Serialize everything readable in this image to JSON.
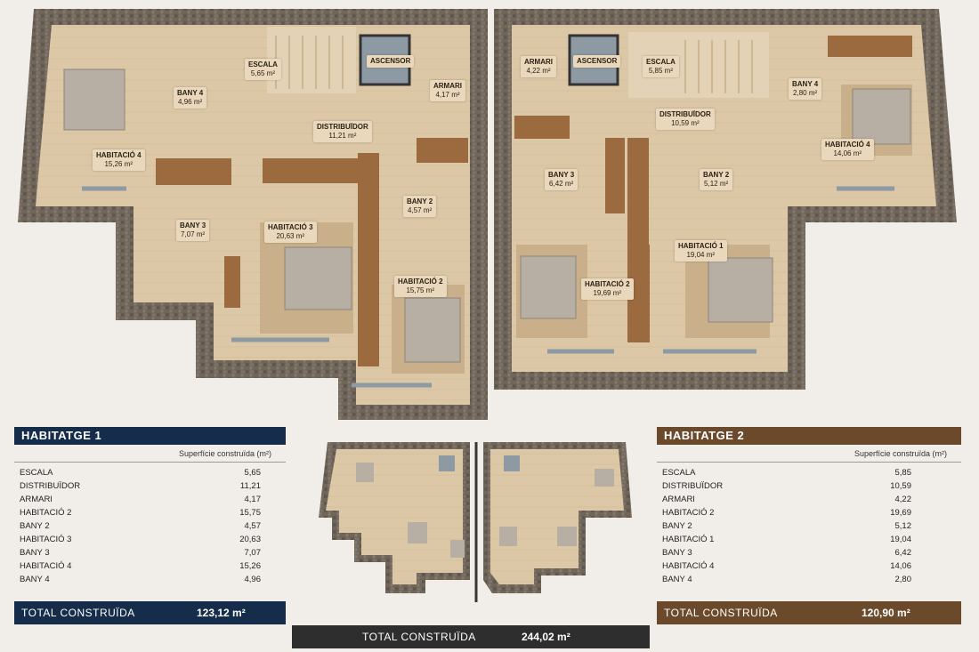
{
  "plan1": {
    "labels": [
      {
        "id": "escala",
        "name": "ESCALA",
        "area": "5,65 m²"
      },
      {
        "id": "ascensor",
        "name": "ASCENSOR",
        "area": ""
      },
      {
        "id": "armari",
        "name": "ARMARI",
        "area": "4,17 m²"
      },
      {
        "id": "bany4",
        "name": "BANY 4",
        "area": "4,96 m²"
      },
      {
        "id": "distribuidor",
        "name": "DISTRIBUÏDOR",
        "area": "11,21 m²"
      },
      {
        "id": "habitacio4",
        "name": "HABITACIÓ 4",
        "area": "15,26 m²"
      },
      {
        "id": "bany3",
        "name": "BANY 3",
        "area": "7,07 m²"
      },
      {
        "id": "habitacio3",
        "name": "HABITACIÓ 3",
        "area": "20,63 m²"
      },
      {
        "id": "bany2",
        "name": "BANY 2",
        "area": "4,57 m²"
      },
      {
        "id": "habitacio2",
        "name": "HABITACIÓ 2",
        "area": "15,75 m²"
      }
    ]
  },
  "plan2": {
    "labels": [
      {
        "id": "armari",
        "name": "ARMARI",
        "area": "4,22 m²"
      },
      {
        "id": "ascensor",
        "name": "ASCENSOR",
        "area": ""
      },
      {
        "id": "escala",
        "name": "ESCALA",
        "area": "5,85 m²"
      },
      {
        "id": "bany4",
        "name": "BANY 4",
        "area": "2,80 m²"
      },
      {
        "id": "distribuidor",
        "name": "DISTRIBUÏDOR",
        "area": "10,59 m²"
      },
      {
        "id": "habitacio4",
        "name": "HABITACIÓ 4",
        "area": "14,06 m²"
      },
      {
        "id": "bany3",
        "name": "BANY 3",
        "area": "6,42 m²"
      },
      {
        "id": "bany2",
        "name": "BANY 2",
        "area": "5,12 m²"
      },
      {
        "id": "habitacio1",
        "name": "HABITACIÓ 1",
        "area": "19,04 m²"
      },
      {
        "id": "habitacio2",
        "name": "HABITACIÓ 2",
        "area": "19,69 m²"
      }
    ]
  },
  "tables": [
    {
      "title": "HABITATGE 1",
      "subtitle": "Superfície construïda (m²)",
      "color": "#152d4a",
      "rows": [
        {
          "label": "ESCALA",
          "value": "5,65"
        },
        {
          "label": "DISTRIBUÏDOR",
          "value": "11,21"
        },
        {
          "label": "ARMARI",
          "value": "4,17"
        },
        {
          "label": "HABITACIÓ 2",
          "value": "15,75"
        },
        {
          "label": "BANY 2",
          "value": "4,57"
        },
        {
          "label": "HABITACIÓ 3",
          "value": "20,63"
        },
        {
          "label": "BANY 3",
          "value": "7,07"
        },
        {
          "label": "HABITACIÓ 4",
          "value": "15,26"
        },
        {
          "label": "BANY 4",
          "value": "4,96"
        }
      ],
      "total_label": "TOTAL CONSTRUÏDA",
      "total_value": "123,12 m²"
    },
    {
      "title": "HABITATGE 2",
      "subtitle": "Superfície construïda (m²)",
      "color": "#6b4a2c",
      "rows": [
        {
          "label": "ESCALA",
          "value": "5,85"
        },
        {
          "label": "DISTRIBUÏDOR",
          "value": "10,59"
        },
        {
          "label": "ARMARI",
          "value": "4,22"
        },
        {
          "label": "HABITACIÓ 2",
          "value": "19,69"
        },
        {
          "label": "BANY 2",
          "value": "5,12"
        },
        {
          "label": "HABITACIÓ 1",
          "value": "19,04"
        },
        {
          "label": "BANY 3",
          "value": "6,42"
        },
        {
          "label": "HABITACIÓ 4",
          "value": "14,06"
        },
        {
          "label": "BANY 4",
          "value": "2,80"
        }
      ],
      "total_label": "TOTAL CONSTRUÏDA",
      "total_value": "120,90 m²"
    }
  ],
  "grand_total": {
    "label": "TOTAL CONSTRUÏDA",
    "value": "244,02 m²",
    "color": "#2e2e2f"
  },
  "colors": {
    "stone": "#6b6258",
    "floor": "#dcc7a6",
    "wood": "#9b6a3f",
    "window": "#8d9aa3",
    "rug": "#c9b08a",
    "bed": "#b7aea4"
  }
}
